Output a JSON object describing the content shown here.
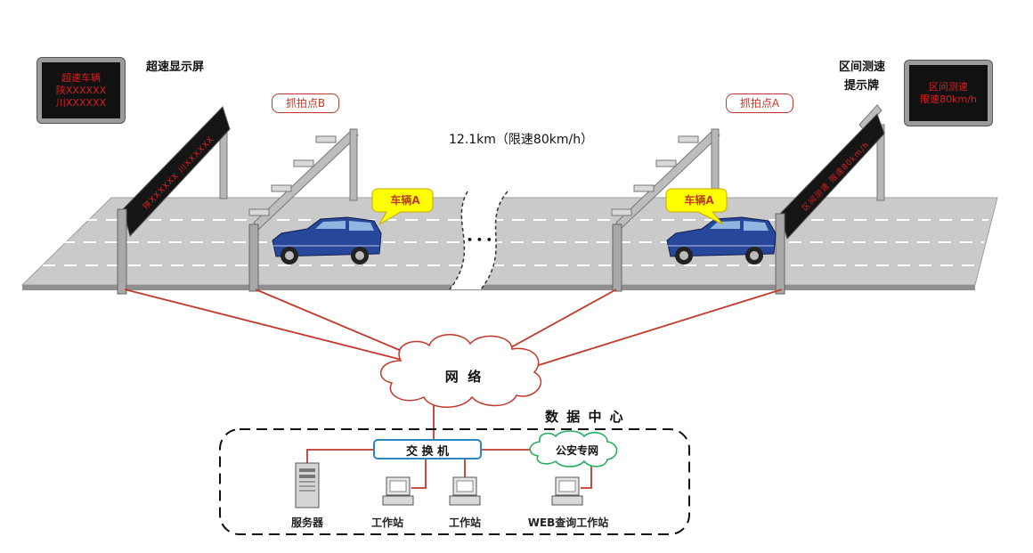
{
  "display_left": {
    "title": "超速显示屏",
    "lines": [
      "超速车辆",
      "陕XXXXXX",
      "川XXXXXX"
    ]
  },
  "display_right": {
    "title_line1": "区间测速",
    "title_line2": "提示牌",
    "lines": [
      "区间测速",
      "限速80km/h"
    ]
  },
  "gantry_left_text": "陕XXXXXX  川XXXXXX",
  "gantry_right_text": "区间测速  限速80km/h",
  "capture_points": {
    "b": "抓拍点B",
    "a": "抓拍点A"
  },
  "distance_label": "12.1km（限速80km/h）",
  "vehicle_labels": {
    "left": "车辆A",
    "right": "车辆A"
  },
  "ellipsis": "• • •",
  "network_label": "网  络",
  "data_center": {
    "title": "数 据 中 心",
    "switch_label": "交 换 机",
    "police_net_label": "公安专网",
    "devices": [
      "服务器",
      "工作站",
      "工作站",
      "WEB查询工作站"
    ]
  },
  "colors": {
    "link": "#c0392b",
    "switch_border": "#2e86c1",
    "police_border": "#27ae60",
    "road": "#c9c9c9",
    "led": "#d42020"
  }
}
